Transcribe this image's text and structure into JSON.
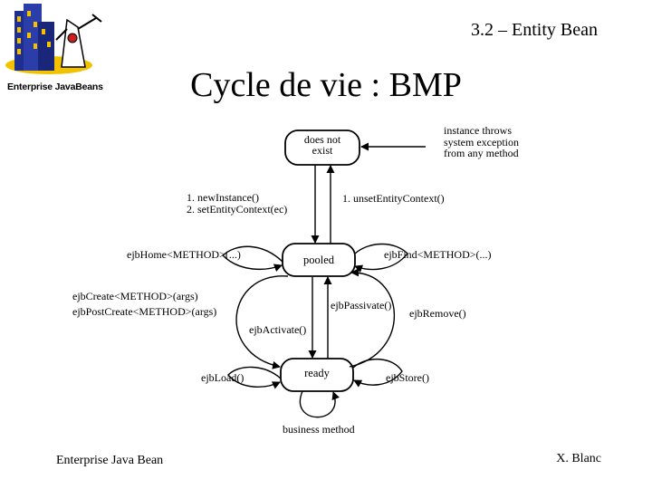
{
  "header": {
    "section": "3.2 – Entity Bean",
    "title": "Cycle de vie : BMP",
    "logo_text": "Enterprise JavaBeans"
  },
  "diagram": {
    "states": {
      "does_not_exist": [
        "does not",
        "exist"
      ],
      "pooled": "pooled",
      "ready": "ready"
    },
    "labels": {
      "exception": [
        "instance throws",
        "system exception",
        "from any method"
      ],
      "create_instance": [
        "1. newInstance()",
        "2. setEntityContext(ec)"
      ],
      "unset_context": "1. unsetEntityContext()",
      "ejb_home": "ejbHome<METHOD>(...)",
      "ejb_find": "ejbFind<METHOD>(...)",
      "ejb_create": [
        "ejbCreate<METHOD>(args)",
        "ejbPostCreate<METHOD>(args)"
      ],
      "ejb_passivate": "ejbPassivate()",
      "ejb_remove": "ejbRemove()",
      "ejb_activate": "ejbActivate()",
      "ejb_load": "ejbLoad()",
      "ejb_store": "ejbStore()",
      "business_method": "business method"
    }
  },
  "footer": {
    "left": "Enterprise Java Bean",
    "right": "X. Blanc"
  },
  "colors": {
    "logo_blue": "#1f2f8f",
    "logo_yellow": "#f2c200",
    "logo_red": "#c8201e"
  }
}
